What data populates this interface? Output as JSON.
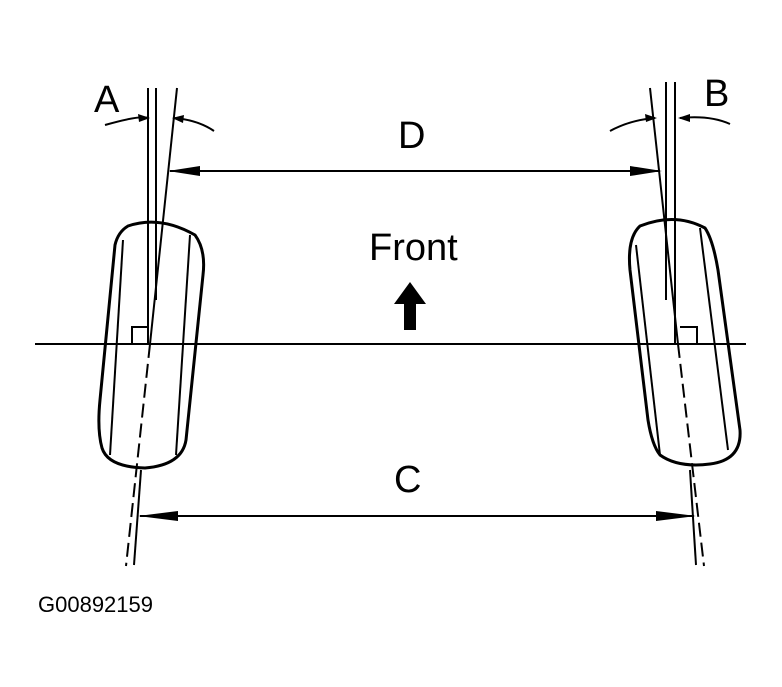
{
  "labels": {
    "angle_left": "A",
    "angle_right": "B",
    "front_distance": "D",
    "rear_distance": "C",
    "direction": "Front",
    "figure_code": "G00892159"
  },
  "colors": {
    "ink": "#000000",
    "paper": "#ffffff"
  }
}
